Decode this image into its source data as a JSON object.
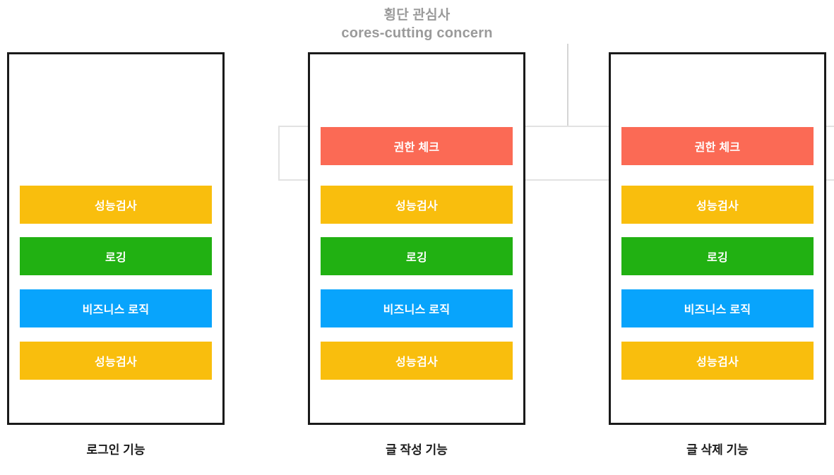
{
  "header": {
    "title_ko": "횡단 관심사",
    "title_en": "cores-cutting concern",
    "text_color": "#9a9a9a",
    "connector_color": "#d5d5d5"
  },
  "highlight_band": {
    "label": "cross-cutting-concern-band",
    "border_color": "#e2e2e2",
    "spans_columns": [
      "글 작성 기능",
      "글 삭제 기능"
    ],
    "highlighted_layer": "권한 체크"
  },
  "palette": {
    "yellow": "#f9be0d",
    "green": "#21b112",
    "blue": "#08a4fc",
    "red": "#fb6a55",
    "box_border": "#1a1a1a",
    "background": "#ffffff",
    "bar_text": "#ffffff"
  },
  "columns": [
    {
      "id": "login",
      "label": "로그인 기능",
      "layers": [
        {
          "slot": 1,
          "text": "성능검사",
          "color": "yellow"
        },
        {
          "slot": 2,
          "text": "로깅",
          "color": "green"
        },
        {
          "slot": 3,
          "text": "비즈니스 로직",
          "color": "blue"
        },
        {
          "slot": 4,
          "text": "성능검사",
          "color": "yellow"
        }
      ]
    },
    {
      "id": "write-post",
      "label": "글 작성 기능",
      "layers": [
        {
          "slot": 0,
          "text": "권한 체크",
          "color": "red"
        },
        {
          "slot": 1,
          "text": "성능검사",
          "color": "yellow"
        },
        {
          "slot": 2,
          "text": "로깅",
          "color": "green"
        },
        {
          "slot": 3,
          "text": "비즈니스 로직",
          "color": "blue"
        },
        {
          "slot": 4,
          "text": "성능검사",
          "color": "yellow"
        }
      ]
    },
    {
      "id": "delete-post",
      "label": "글 삭제 기능",
      "layers": [
        {
          "slot": 0,
          "text": "권한 체크",
          "color": "red"
        },
        {
          "slot": 1,
          "text": "성능검사",
          "color": "yellow"
        },
        {
          "slot": 2,
          "text": "로깅",
          "color": "green"
        },
        {
          "slot": 3,
          "text": "비즈니스 로직",
          "color": "blue"
        },
        {
          "slot": 4,
          "text": "성능검사",
          "color": "yellow"
        }
      ]
    }
  ]
}
